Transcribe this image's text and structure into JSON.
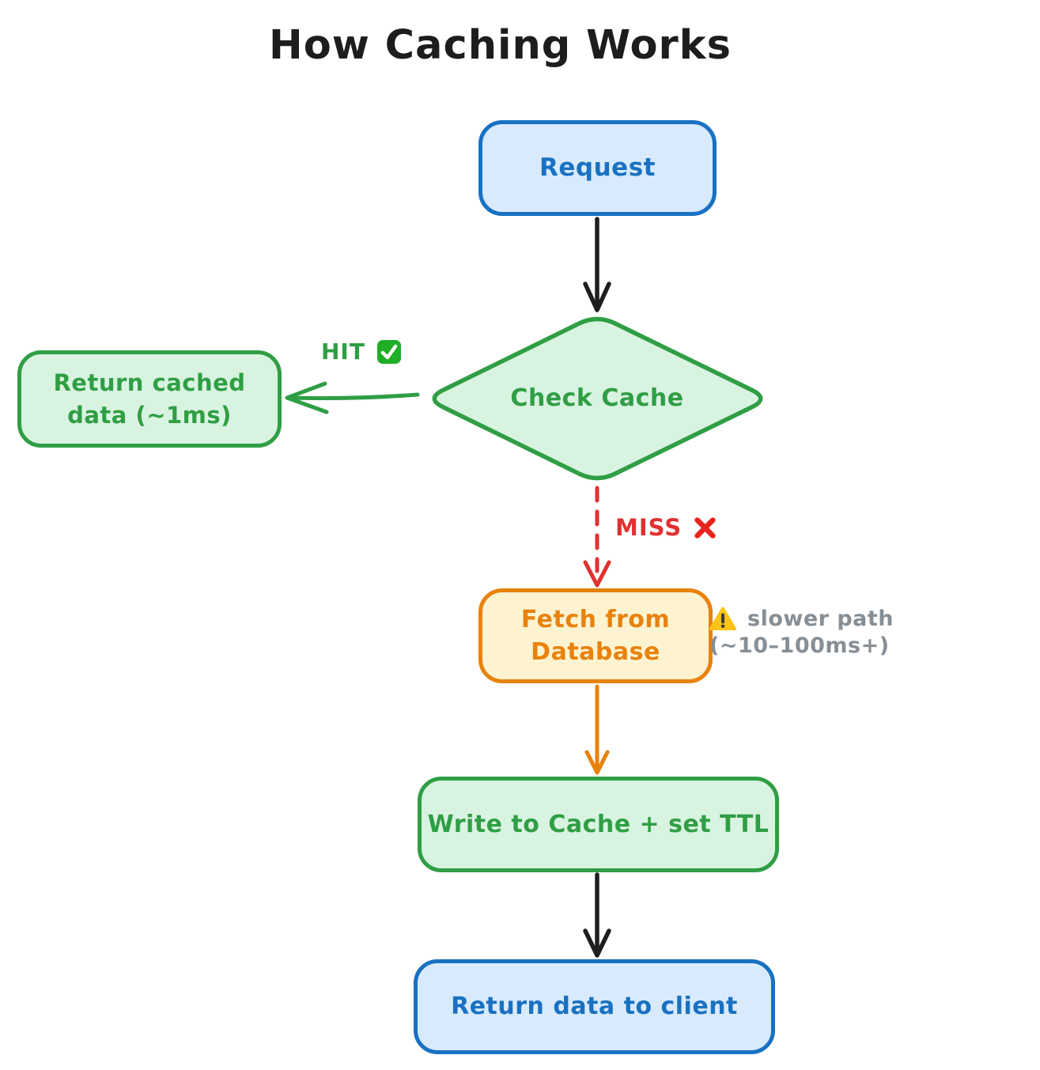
{
  "title": "How Caching Works",
  "nodes": {
    "request": {
      "label": "Request"
    },
    "check_cache": {
      "label": "Check Cache"
    },
    "return_cached": {
      "label": "Return cached data (~1ms)"
    },
    "fetch_db": {
      "label": "Fetch from Database"
    },
    "write_cache": {
      "label": "Write to Cache + set TTL"
    },
    "return_client": {
      "label": "Return data to client"
    }
  },
  "edge_labels": {
    "hit": "HIT",
    "miss": "MISS"
  },
  "annotations": {
    "slower_path": {
      "line1": "slower path",
      "line2": "(~10–100ms+)"
    }
  },
  "icons": {
    "hit": "green-check-mark",
    "miss": "red-cross-mark",
    "warning": "yellow-warning-triangle"
  },
  "colors": {
    "blue_border": "#1971c2",
    "blue_fill": "#d8eafb",
    "green_border": "#2f9e44",
    "green_fill": "#d9f3e1",
    "orange_border": "#e8820c",
    "orange_fill": "#fdf3d0",
    "red": "#e03131",
    "note_gray": "#868e96",
    "black": "#1e1e1e"
  }
}
